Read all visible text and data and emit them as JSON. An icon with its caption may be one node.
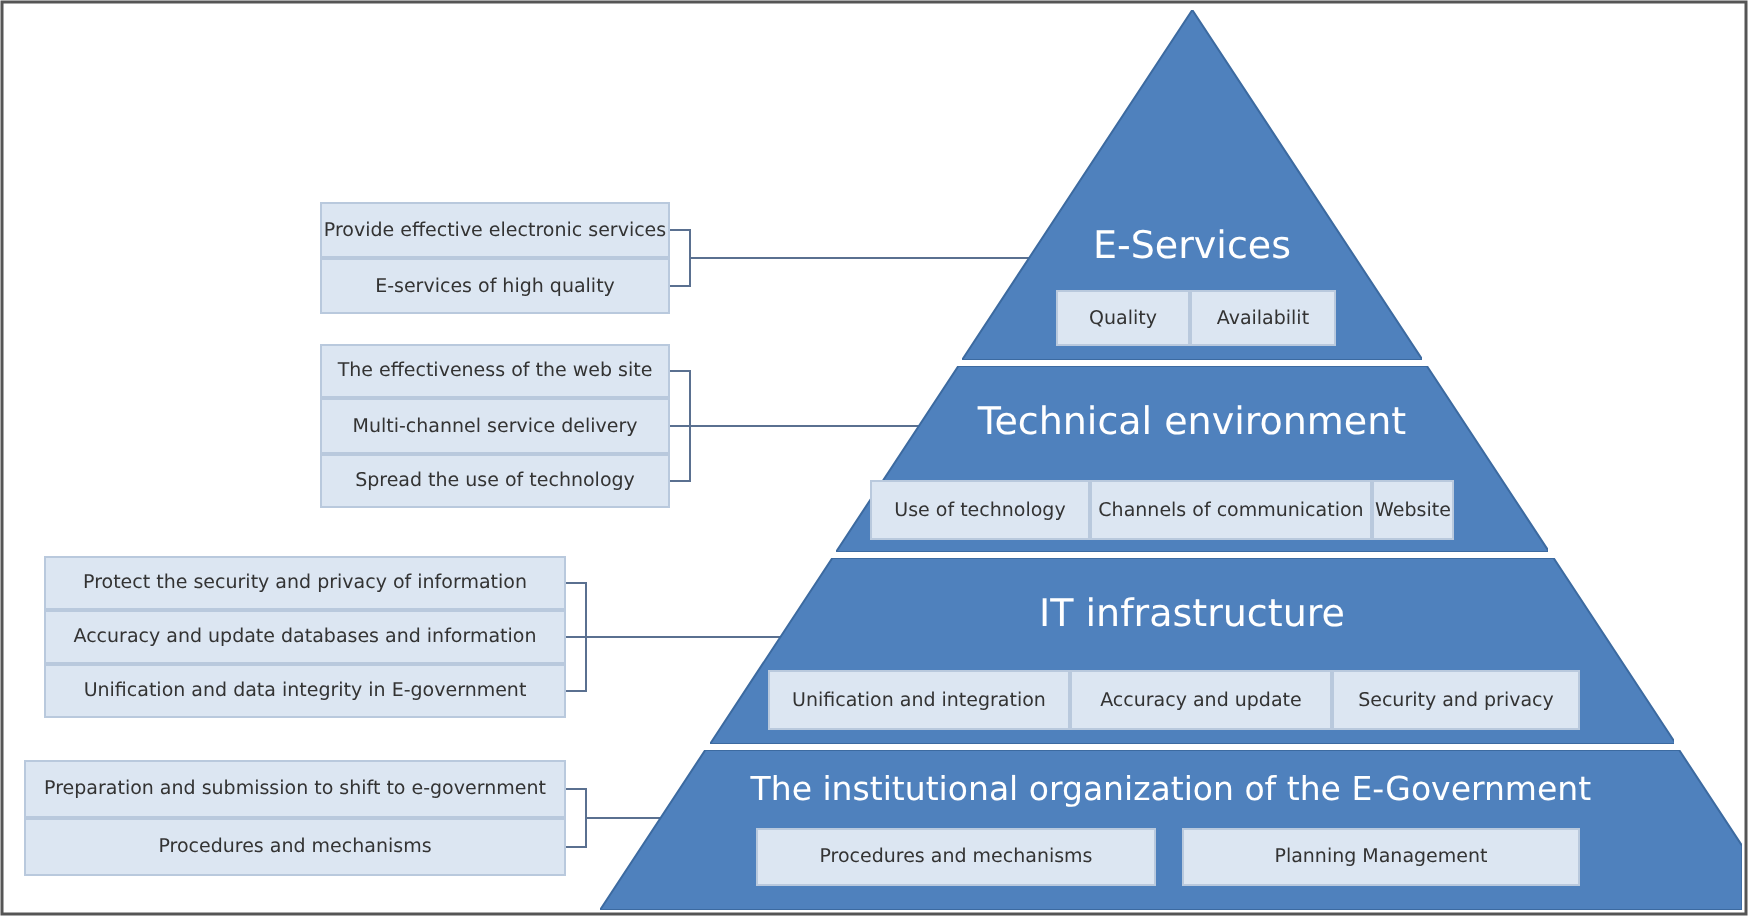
{
  "diagram": {
    "nodes": [
      {
        "text": [
          "E-Services"
        ]
      },
      {
        "text": [
          "Quality"
        ],
        "in": 0
      },
      {
        "text": [
          "Availabilit"
        ],
        "in": 0
      },
      {
        "text": [
          "Technical environment"
        ]
      },
      {
        "text": [
          "Use of technology"
        ],
        "in": 3
      },
      {
        "text": [
          "Channels of communication"
        ],
        "in": 3
      },
      {
        "text": [
          "Website"
        ],
        "in": 3
      },
      {
        "text": [
          "IT infrastructure"
        ]
      },
      {
        "text": [
          "Unification and integration"
        ],
        "in": 7
      },
      {
        "text": [
          "Accuracy and update"
        ],
        "in": 7
      },
      {
        "text": [
          "Security and privacy"
        ],
        "in": 7
      },
      {
        "text": [
          "The institutional organization of the E-Government"
        ]
      },
      {
        "text": [
          "Procedures and mechanisms"
        ],
        "in": 11
      },
      {
        "text": [
          "Planning Management"
        ],
        "in": 11
      },
      {
        "text": [
          "Provide effective electronic services"
        ]
      },
      {
        "text": [
          "E-services of high quality"
        ]
      },
      {
        "text": [
          "The effectiveness of the web site"
        ]
      },
      {
        "text": [
          "Multi-channel service delivery"
        ]
      },
      {
        "text": [
          "Spread the use of technology"
        ]
      },
      {
        "text": [
          "Protect the security and privacy of information"
        ]
      },
      {
        "text": [
          "Accuracy and update databases and information"
        ]
      },
      {
        "text": [
          "Unification and data integrity in E-government"
        ]
      },
      {
        "text": [
          "Preparation and submission to shift to e-government"
        ]
      },
      {
        "text": [
          "Procedures and mechanisms"
        ]
      }
    ],
    "edges": [
      {
        "from": 14,
        "to": 0,
        "arrow": "none"
      },
      {
        "from": 15,
        "to": 0,
        "arrow": "none"
      },
      {
        "from": 16,
        "to": 3,
        "arrow": "none"
      },
      {
        "from": 17,
        "to": 3,
        "arrow": "none"
      },
      {
        "from": 18,
        "to": 3,
        "arrow": "none"
      },
      {
        "from": 19,
        "to": 7,
        "arrow": "none"
      },
      {
        "from": 20,
        "to": 7,
        "arrow": "none"
      },
      {
        "from": 21,
        "to": 7,
        "arrow": "none"
      },
      {
        "from": 22,
        "to": 11,
        "arrow": "none"
      },
      {
        "from": 23,
        "to": 11,
        "arrow": "none"
      }
    ]
  }
}
